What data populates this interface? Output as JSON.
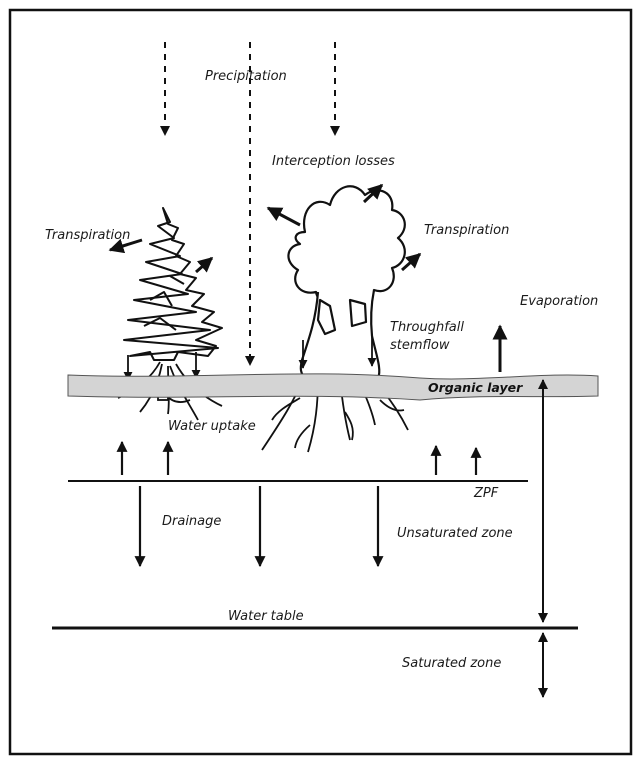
{
  "labels": {
    "precipitation": "Precipitation",
    "interception_losses": "Interception losses",
    "transpiration_left": "Transpiration",
    "transpiration_right": "Transpiration",
    "evaporation": "Evaporation",
    "throughfall": "Throughfall",
    "stemflow": "stemflow",
    "organic_layer": "Organic layer",
    "water_uptake": "Water uptake",
    "zpf": "ZPF",
    "drainage": "Drainage",
    "unsaturated_zone": "Unsaturated zone",
    "water_table": "Water table",
    "saturated_zone": "Saturated zone"
  },
  "colors": {
    "ink": "#111111",
    "organic_layer_fill": "#d4d4d4",
    "frame": "#111111"
  }
}
